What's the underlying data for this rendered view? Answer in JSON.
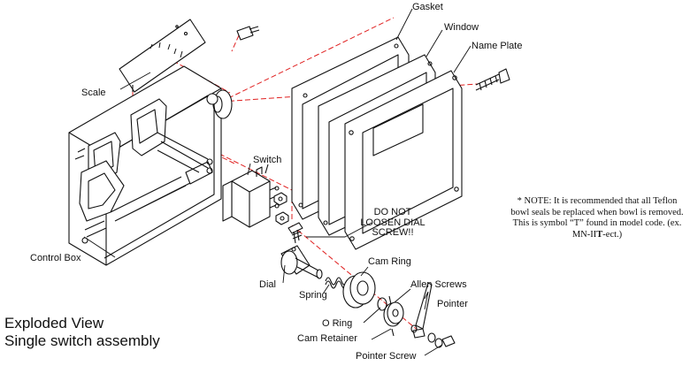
{
  "labels": {
    "gasket": "Gasket",
    "window": "Window",
    "name_plate": "Name Plate",
    "scale": "Scale",
    "switch": "Switch",
    "control_box": "Control Box",
    "dial": "Dial",
    "spring": "Spring",
    "cam_ring": "Cam Ring",
    "allen_screws": "Allen Screws",
    "pointer": "Pointer",
    "o_ring": "O Ring",
    "cam_retainer": "Cam Retainer",
    "pointer_screw": "Pointer Screw"
  },
  "warning": {
    "line1": "DO NOT",
    "line2": "LOOSEN DIAL",
    "line3": "SCREW!!"
  },
  "caption": {
    "line1": "Exploded View",
    "line2": "Single switch assembly"
  },
  "note": {
    "part1": "* NOTE: It is recommended that all Teflon bowl seals be replaced when bowl is removed. This is symbol “T” found in model code. (ex. MN-II",
    "bold": "T",
    "part2": "-ect.)"
  },
  "colors": {
    "line": "#111111",
    "dashed": "#e02020",
    "paper": "#ffffff"
  }
}
